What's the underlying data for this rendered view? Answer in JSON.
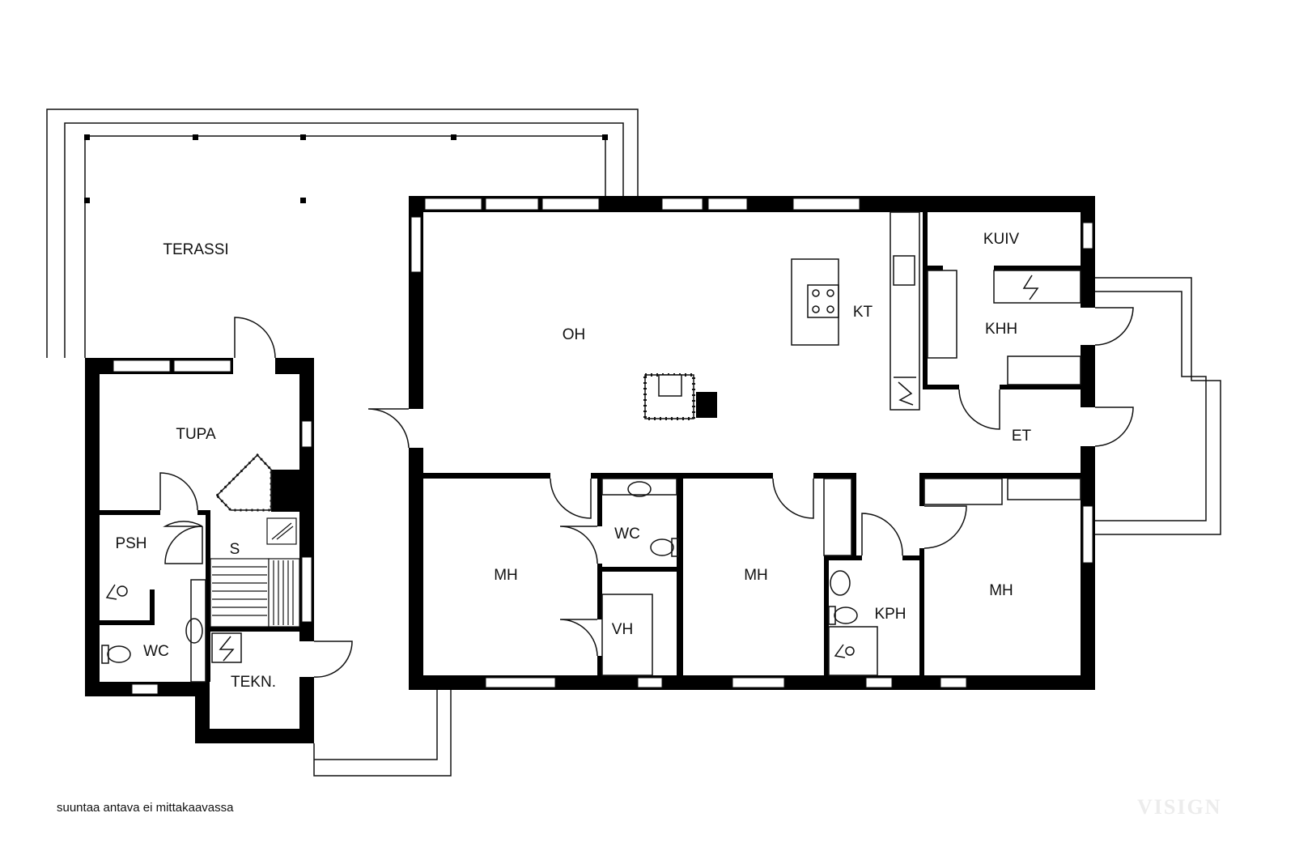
{
  "rooms": {
    "terassi": "TERASSI",
    "tupa": "TUPA",
    "psh": "PSH",
    "sauna": "S",
    "wc_annex": "WC",
    "tekn": "TEKN.",
    "oh": "OH",
    "kt": "KT",
    "kuiv": "KUIV",
    "khh": "KHH",
    "et": "ET",
    "mh1": "MH",
    "wc_main": "WC",
    "vh": "VH",
    "mh2": "MH",
    "kph": "KPH",
    "mh3": "MH"
  },
  "footer": {
    "note": "suuntaa antava ei mittakaavassa",
    "watermark": "VISIGN"
  }
}
